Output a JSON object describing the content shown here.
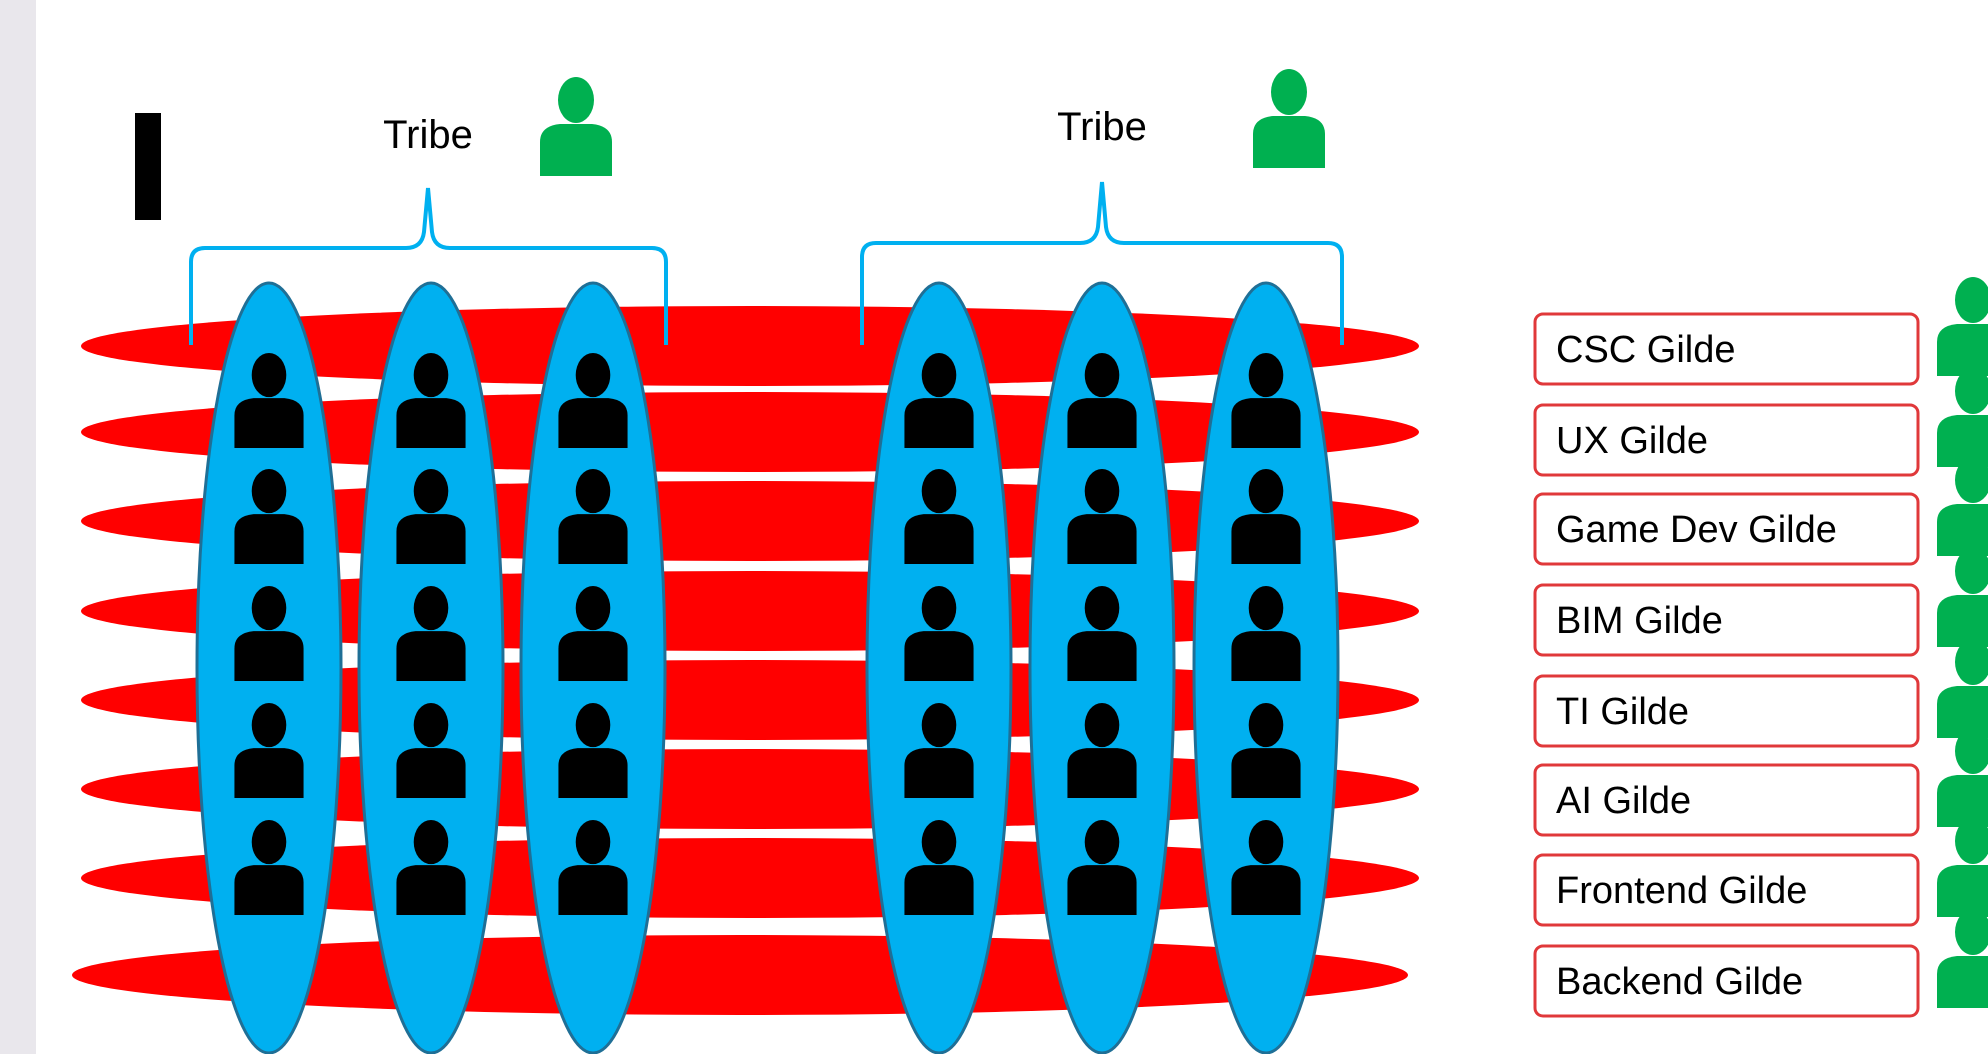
{
  "tribes": [
    {
      "label": "Tribe"
    },
    {
      "label": "Tribe"
    }
  ],
  "guilds": [
    {
      "label": "CSC Gilde"
    },
    {
      "label": "UX Gilde"
    },
    {
      "label": "Game Dev Gilde"
    },
    {
      "label": "BIM Gilde"
    },
    {
      "label": "TI Gilde"
    },
    {
      "label": "AI Gilde"
    },
    {
      "label": "Frontend Gilde"
    },
    {
      "label": "Backend Gilde"
    }
  ],
  "squads_per_tribe": 3,
  "members_per_squad": 5,
  "colors": {
    "guild_band": "#ff0000",
    "squad": "#00b0f0",
    "squad_border": "#1f6f96",
    "bracket": "#00b0f0",
    "lead_icon": "#00b050",
    "member_icon": "#000000",
    "guild_box_border": "#e0383a",
    "cursor_bar": "#000000"
  },
  "icons": {
    "lead": "person-icon",
    "member": "person-icon"
  }
}
